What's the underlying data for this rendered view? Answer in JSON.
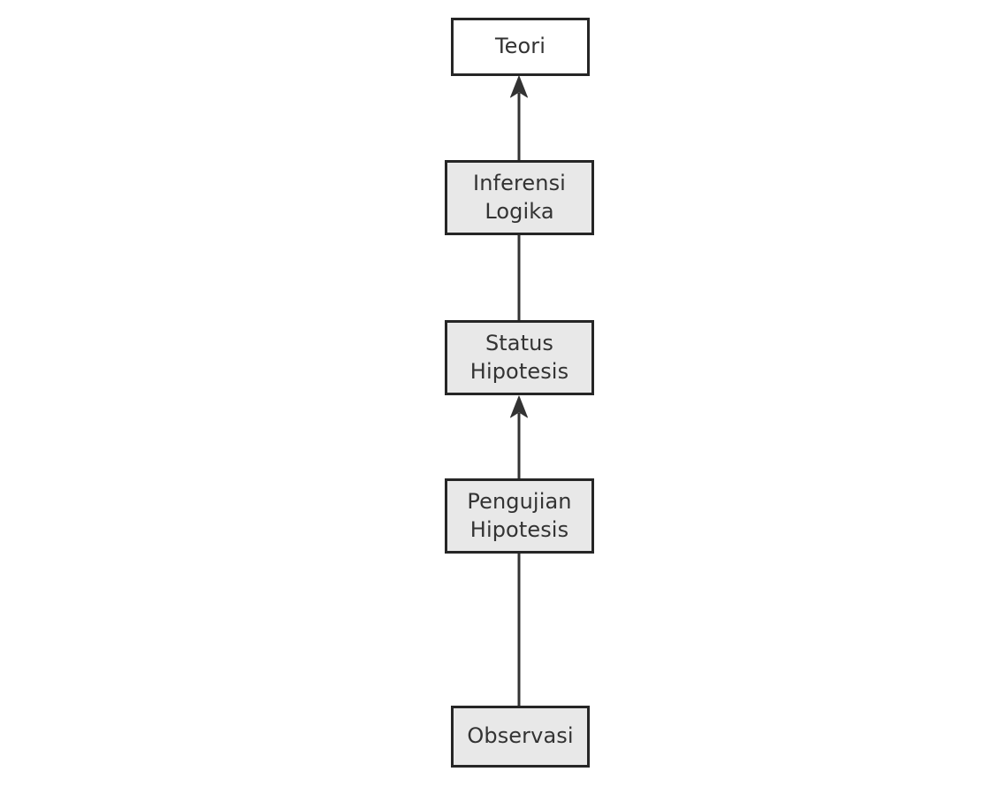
{
  "diagram": {
    "type": "flowchart",
    "orientation": "bottom-to-top",
    "background_color": "#ffffff",
    "line_color": "#333333",
    "border_color": "#262626",
    "text_color": "#333333",
    "nodes": [
      {
        "id": "teori",
        "label": "Teori",
        "fill": "#ffffff",
        "shape": "rectangle"
      },
      {
        "id": "inferensi-logika",
        "label": "Inferensi\nLogika",
        "fill": "#e8e8e8",
        "shape": "rectangle"
      },
      {
        "id": "status-hipotesis",
        "label": "Status\nHipotesis",
        "fill": "#e8e8e8",
        "shape": "rectangle"
      },
      {
        "id": "pengujian-hipotesis",
        "label": "Pengujian\nHipotesis",
        "fill": "#e8e8e8",
        "shape": "rectangle"
      },
      {
        "id": "observasi",
        "label": "Observasi",
        "fill": "#e8e8e8",
        "shape": "rectangle"
      }
    ],
    "edges": [
      {
        "id": "edge-inferensi-to-teori",
        "from": "inferensi-logika",
        "to": "teori",
        "arrowhead": true
      },
      {
        "id": "edge-status-to-inferensi",
        "from": "status-hipotesis",
        "to": "inferensi-logika",
        "arrowhead": false
      },
      {
        "id": "edge-pengujian-to-status",
        "from": "pengujian-hipotesis",
        "to": "status-hipotesis",
        "arrowhead": true
      },
      {
        "id": "edge-observasi-to-pengujian",
        "from": "observasi",
        "to": "pengujian-hipotesis",
        "arrowhead": false
      }
    ]
  }
}
